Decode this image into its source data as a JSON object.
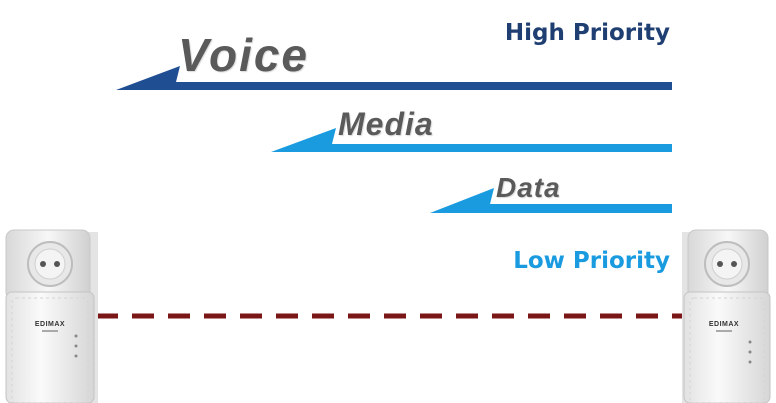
{
  "colors": {
    "dark_blue": "#1f4e93",
    "light_blue": "#1a9be0",
    "connection": "#7a1616",
    "label_gray": "#5a5a5a"
  },
  "priority": {
    "high": "High Priority",
    "low": "Low Priority"
  },
  "traffic": [
    {
      "label": "Voice"
    },
    {
      "label": "Media"
    },
    {
      "label": "Data"
    }
  ],
  "devices": {
    "left": {
      "brand": "EDIMAX",
      "icon": "powerline-adapter-icon"
    },
    "right": {
      "brand": "EDIMAX",
      "icon": "powerline-adapter-icon"
    }
  },
  "connection": {
    "style": "dashed"
  }
}
